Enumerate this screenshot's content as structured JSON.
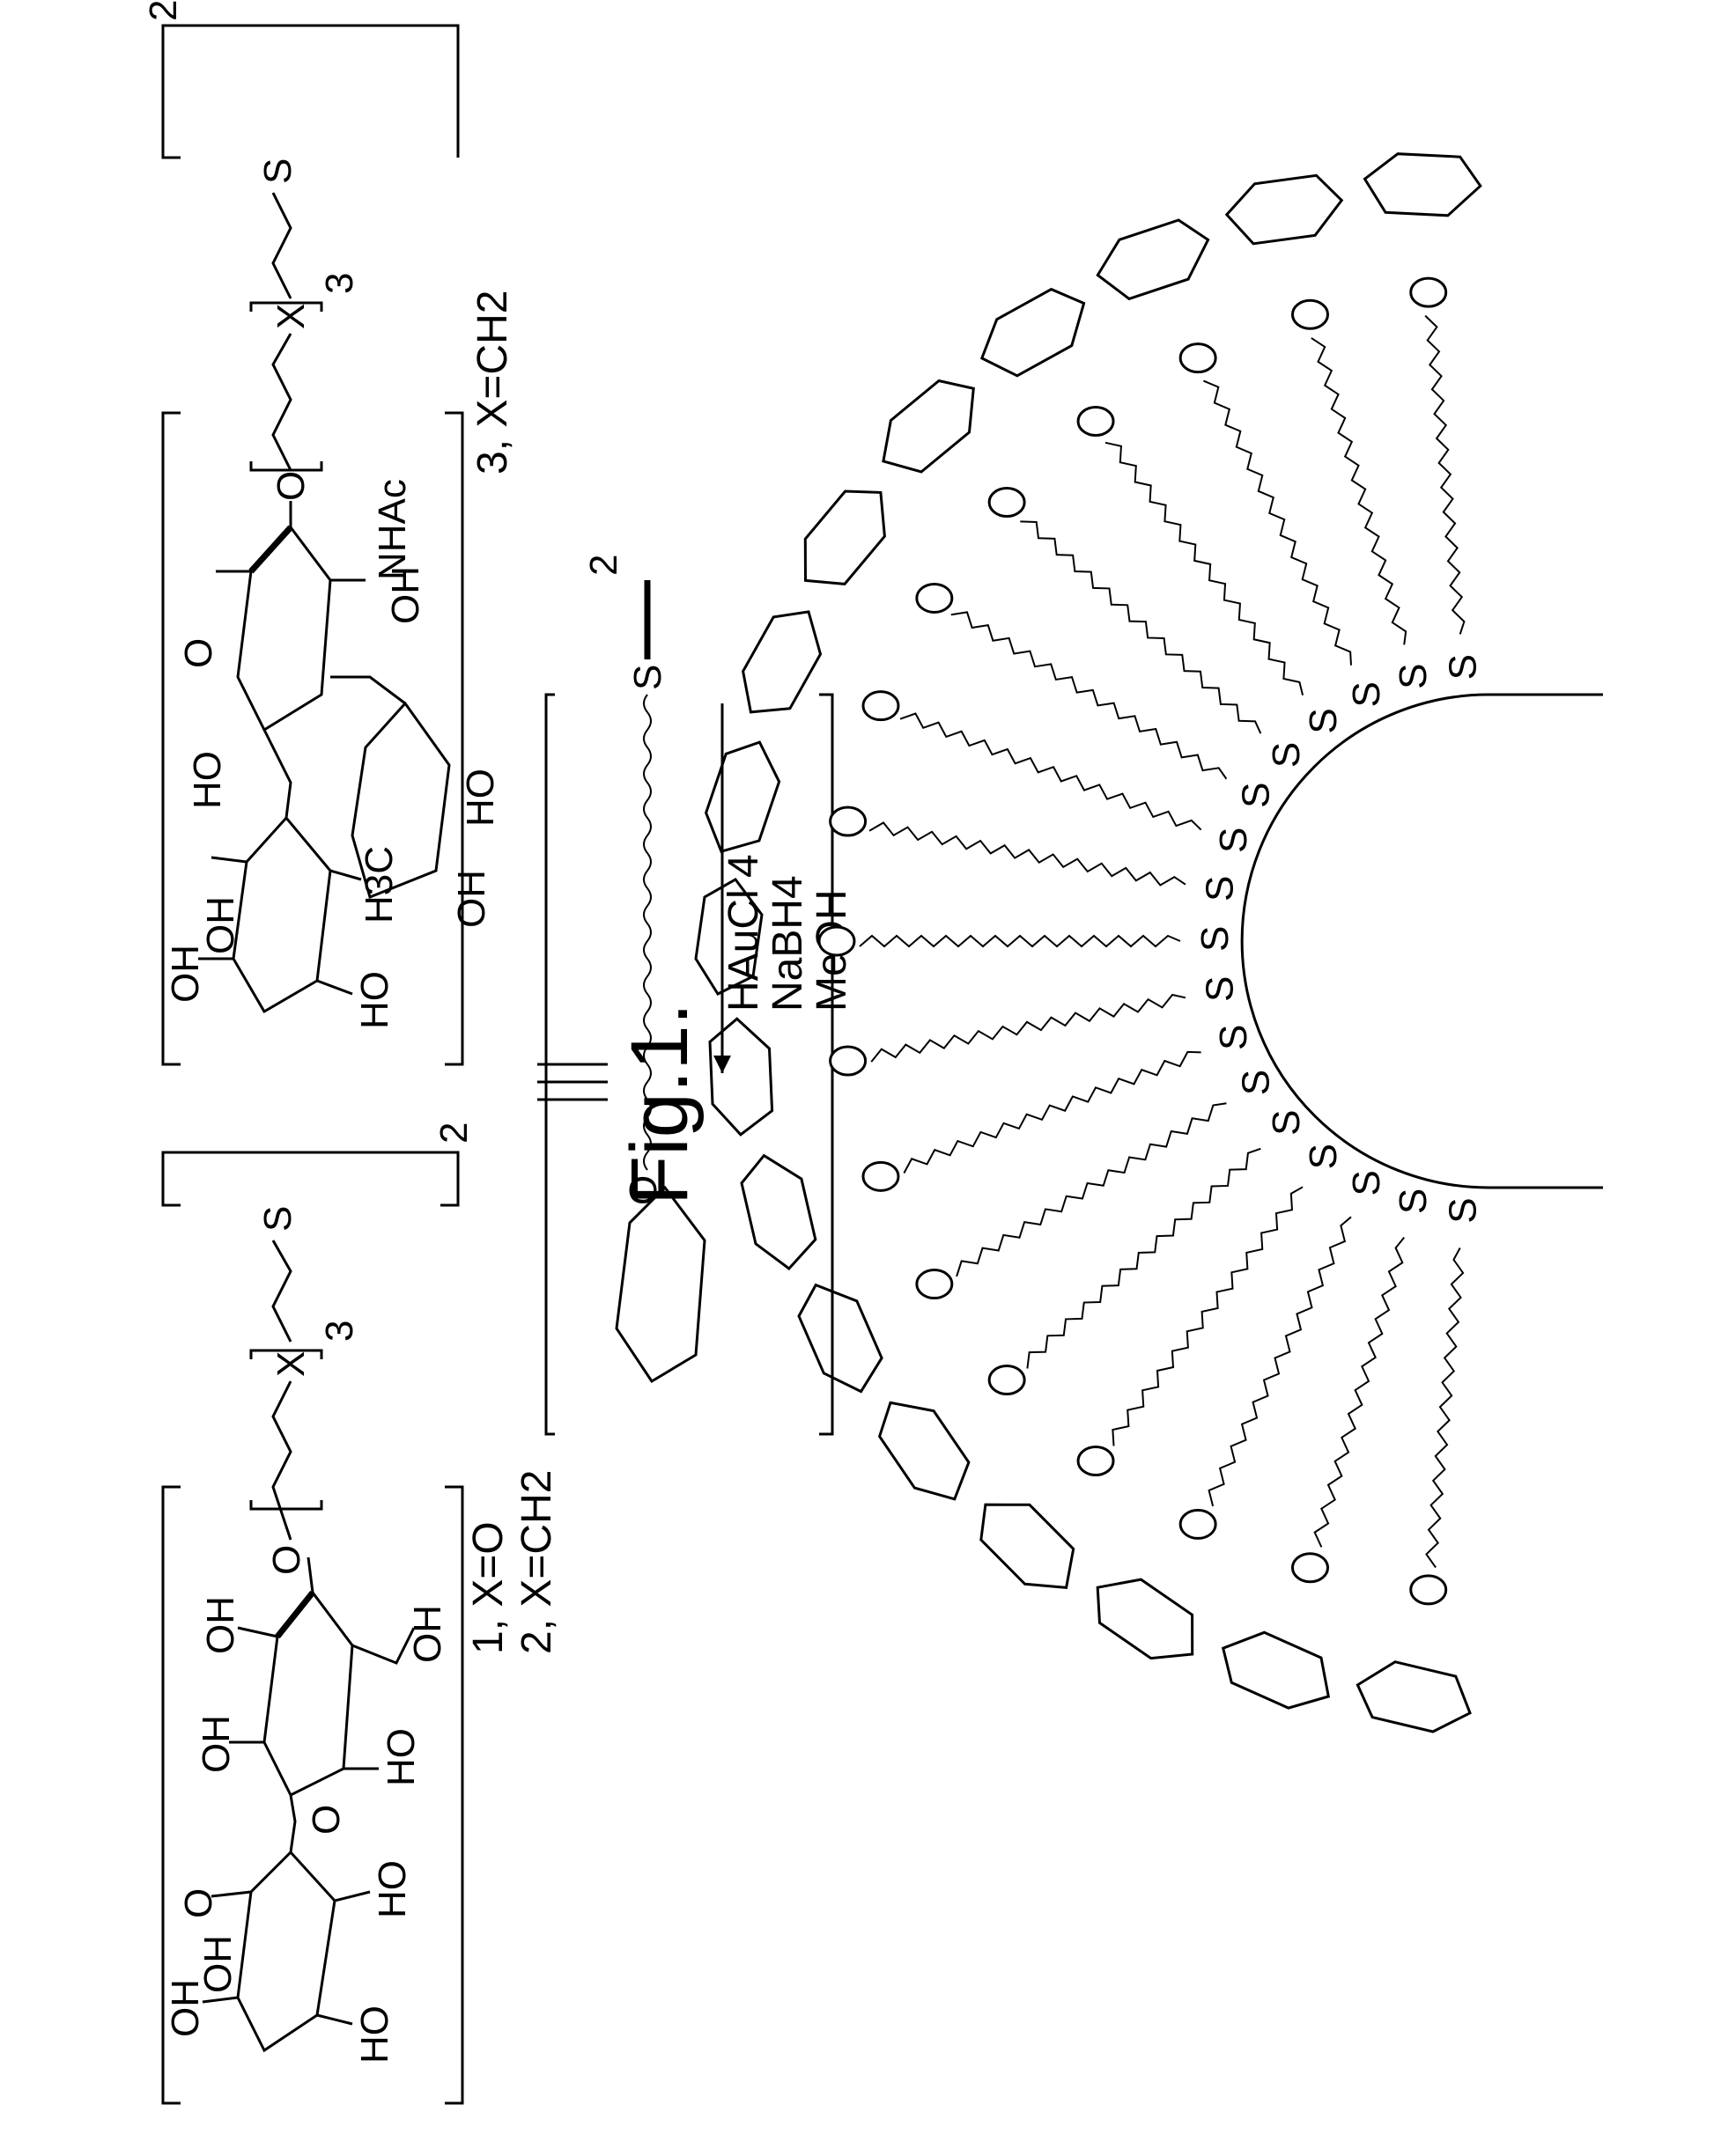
{
  "labels": {
    "compounds_left": "1, X=O",
    "compounds_left_2": "2, X=CH2",
    "compound_right": "3, X=CH2",
    "figure_caption": "Fig.1.",
    "reagent_1": "HAuCl 4",
    "reagent_2": "NaBH4",
    "reagent_3": "MeOH",
    "equivalence": "|||",
    "subscript_2": "2",
    "subscript_3": "3",
    "atom_O": "O",
    "atom_S": "S",
    "atom_X": "X",
    "group_OH": "OH",
    "group_HO": "HO",
    "group_NHAc": "NHAc",
    "group_H3C": "H3C"
  }
}
